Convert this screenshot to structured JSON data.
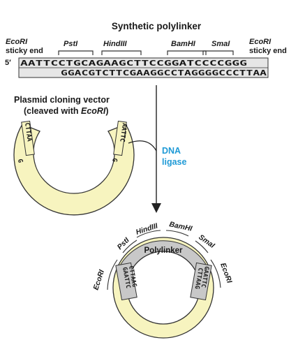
{
  "title": "Synthetic polylinker",
  "polylinker": {
    "five_prime": "5′",
    "top_strand": "AATTCCTGCAGAAGCTTCCGGATCCCCGGG",
    "bottom_strand": "GGACGTCTTCGAAGGCCTAGGGGCCCTTAA",
    "sites": {
      "ecori_left_1": "EcoRI",
      "ecori_left_2": "sticky end",
      "psti": "PstI",
      "hindiii": "HindIII",
      "bamhi": "BamHI",
      "smai": "SmaI",
      "ecori_right_1": "EcoRI",
      "ecori_right_2": "sticky end"
    }
  },
  "vector": {
    "label_line1": "Plasmid cloning vector",
    "label_line2_prefix": "(cleaved with ",
    "label_line2_enzyme": "EcoRI",
    "label_line2_suffix": ")",
    "left_end_outer": "CTTAA",
    "left_end_inner": "G",
    "right_end_outer": "AATTC",
    "right_end_inner": "G"
  },
  "ligase": {
    "line1": "DNA",
    "line2": "ligase"
  },
  "result": {
    "insert_label": "Polylinker",
    "sites": [
      "EcoRI",
      "PstI",
      "HindIII",
      "BamHI",
      "SmaI",
      "EcoRI"
    ],
    "left_junction_outer": "GAATTC",
    "left_junction_inner": "CTTAAG",
    "right_junction_outer": "GAATTC",
    "right_junction_inner": "CTTAAG"
  },
  "colors": {
    "plasmid": "#f7f4bf",
    "polylinker_box": "#e6e6e6",
    "insert": "#c8c8c8",
    "ligase_text": "#1f9ad6",
    "outline": "#333333"
  }
}
